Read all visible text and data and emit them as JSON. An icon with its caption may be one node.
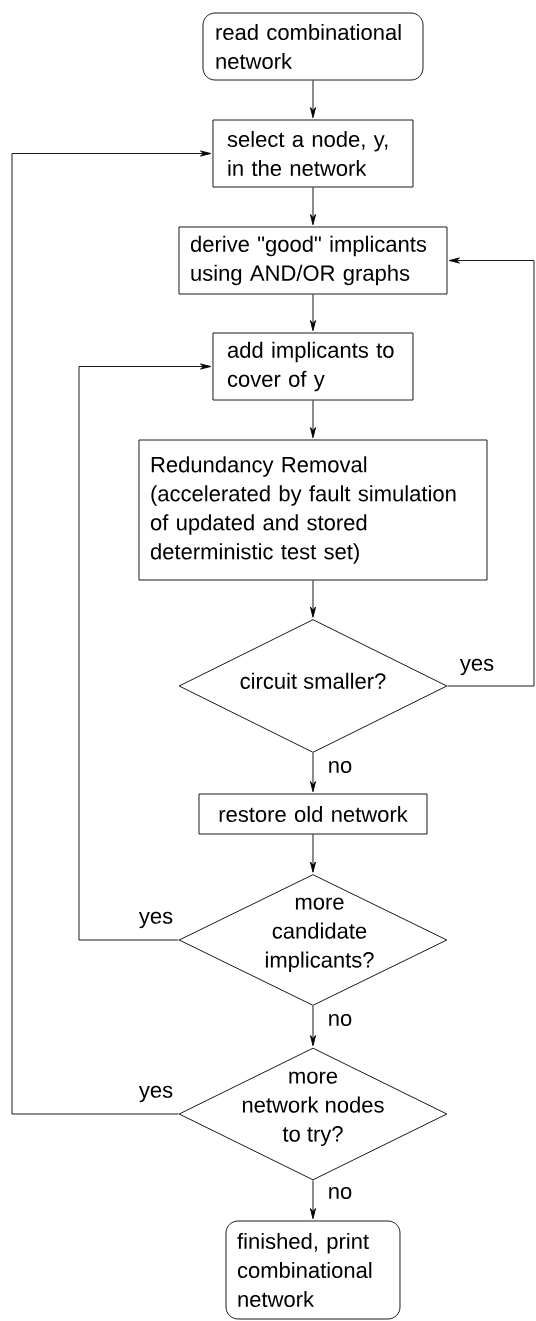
{
  "diagram": {
    "nodes": [
      {
        "text": [
          "read combinational network"
        ]
      },
      {
        "text": [
          "select a node, y, in the network"
        ]
      },
      {
        "text": [
          "derive \"good\" implicants using AND/OR graphs"
        ]
      },
      {
        "text": [
          "add implicants to cover of y"
        ]
      },
      {
        "text": [
          "Redundancy Removal (accelerated by fault simulation of updated and stored deterministic test set)"
        ]
      },
      {
        "text": [
          "circuit smaller?"
        ]
      },
      {
        "text": [
          "restore old network"
        ]
      },
      {
        "text": [
          "more candidate implicants?"
        ]
      },
      {
        "text": [
          "more network nodes to try?"
        ]
      },
      {
        "text": [
          "finished, print combinational network"
        ]
      }
    ],
    "edges": [
      {
        "from": 0,
        "to": 1,
        "arrow": "to"
      },
      {
        "from": 1,
        "to": 2,
        "arrow": "to"
      },
      {
        "from": 2,
        "to": 3,
        "arrow": "to"
      },
      {
        "from": 3,
        "to": 4,
        "arrow": "to"
      },
      {
        "from": 4,
        "to": 5,
        "arrow": "to"
      },
      {
        "from": 5,
        "to": 2,
        "arrow": "to",
        "label": "yes"
      },
      {
        "from": 5,
        "to": 6,
        "arrow": "to",
        "label": "no"
      },
      {
        "from": 6,
        "to": 7,
        "arrow": "to"
      },
      {
        "from": 7,
        "to": 3,
        "arrow": "to",
        "label": "yes"
      },
      {
        "from": 7,
        "to": 8,
        "arrow": "to",
        "label": "no"
      },
      {
        "from": 8,
        "to": 1,
        "arrow": "to",
        "label": "yes"
      },
      {
        "from": 8,
        "to": 9,
        "arrow": "to",
        "label": "no"
      }
    ]
  }
}
